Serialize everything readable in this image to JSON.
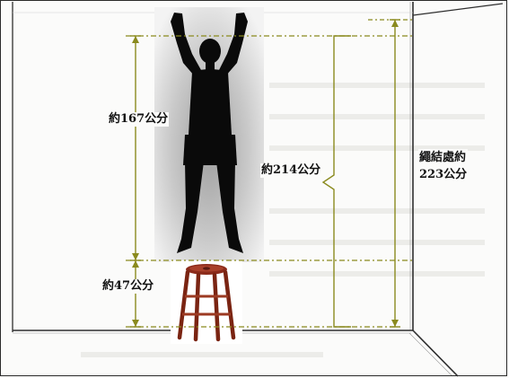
{
  "labels": {
    "person_height": "約167公分",
    "stool_height": "約47公分",
    "total_reach": "約214公分",
    "knot_line1": "繩結處約",
    "knot_line2": "223公分"
  },
  "colors": {
    "wall": "#fbfbfa",
    "wall_lines": "#2e2e2e",
    "guide": "#8a8a1e",
    "silhouette": "#0a0a0a",
    "stool": "#8b2a1a"
  }
}
